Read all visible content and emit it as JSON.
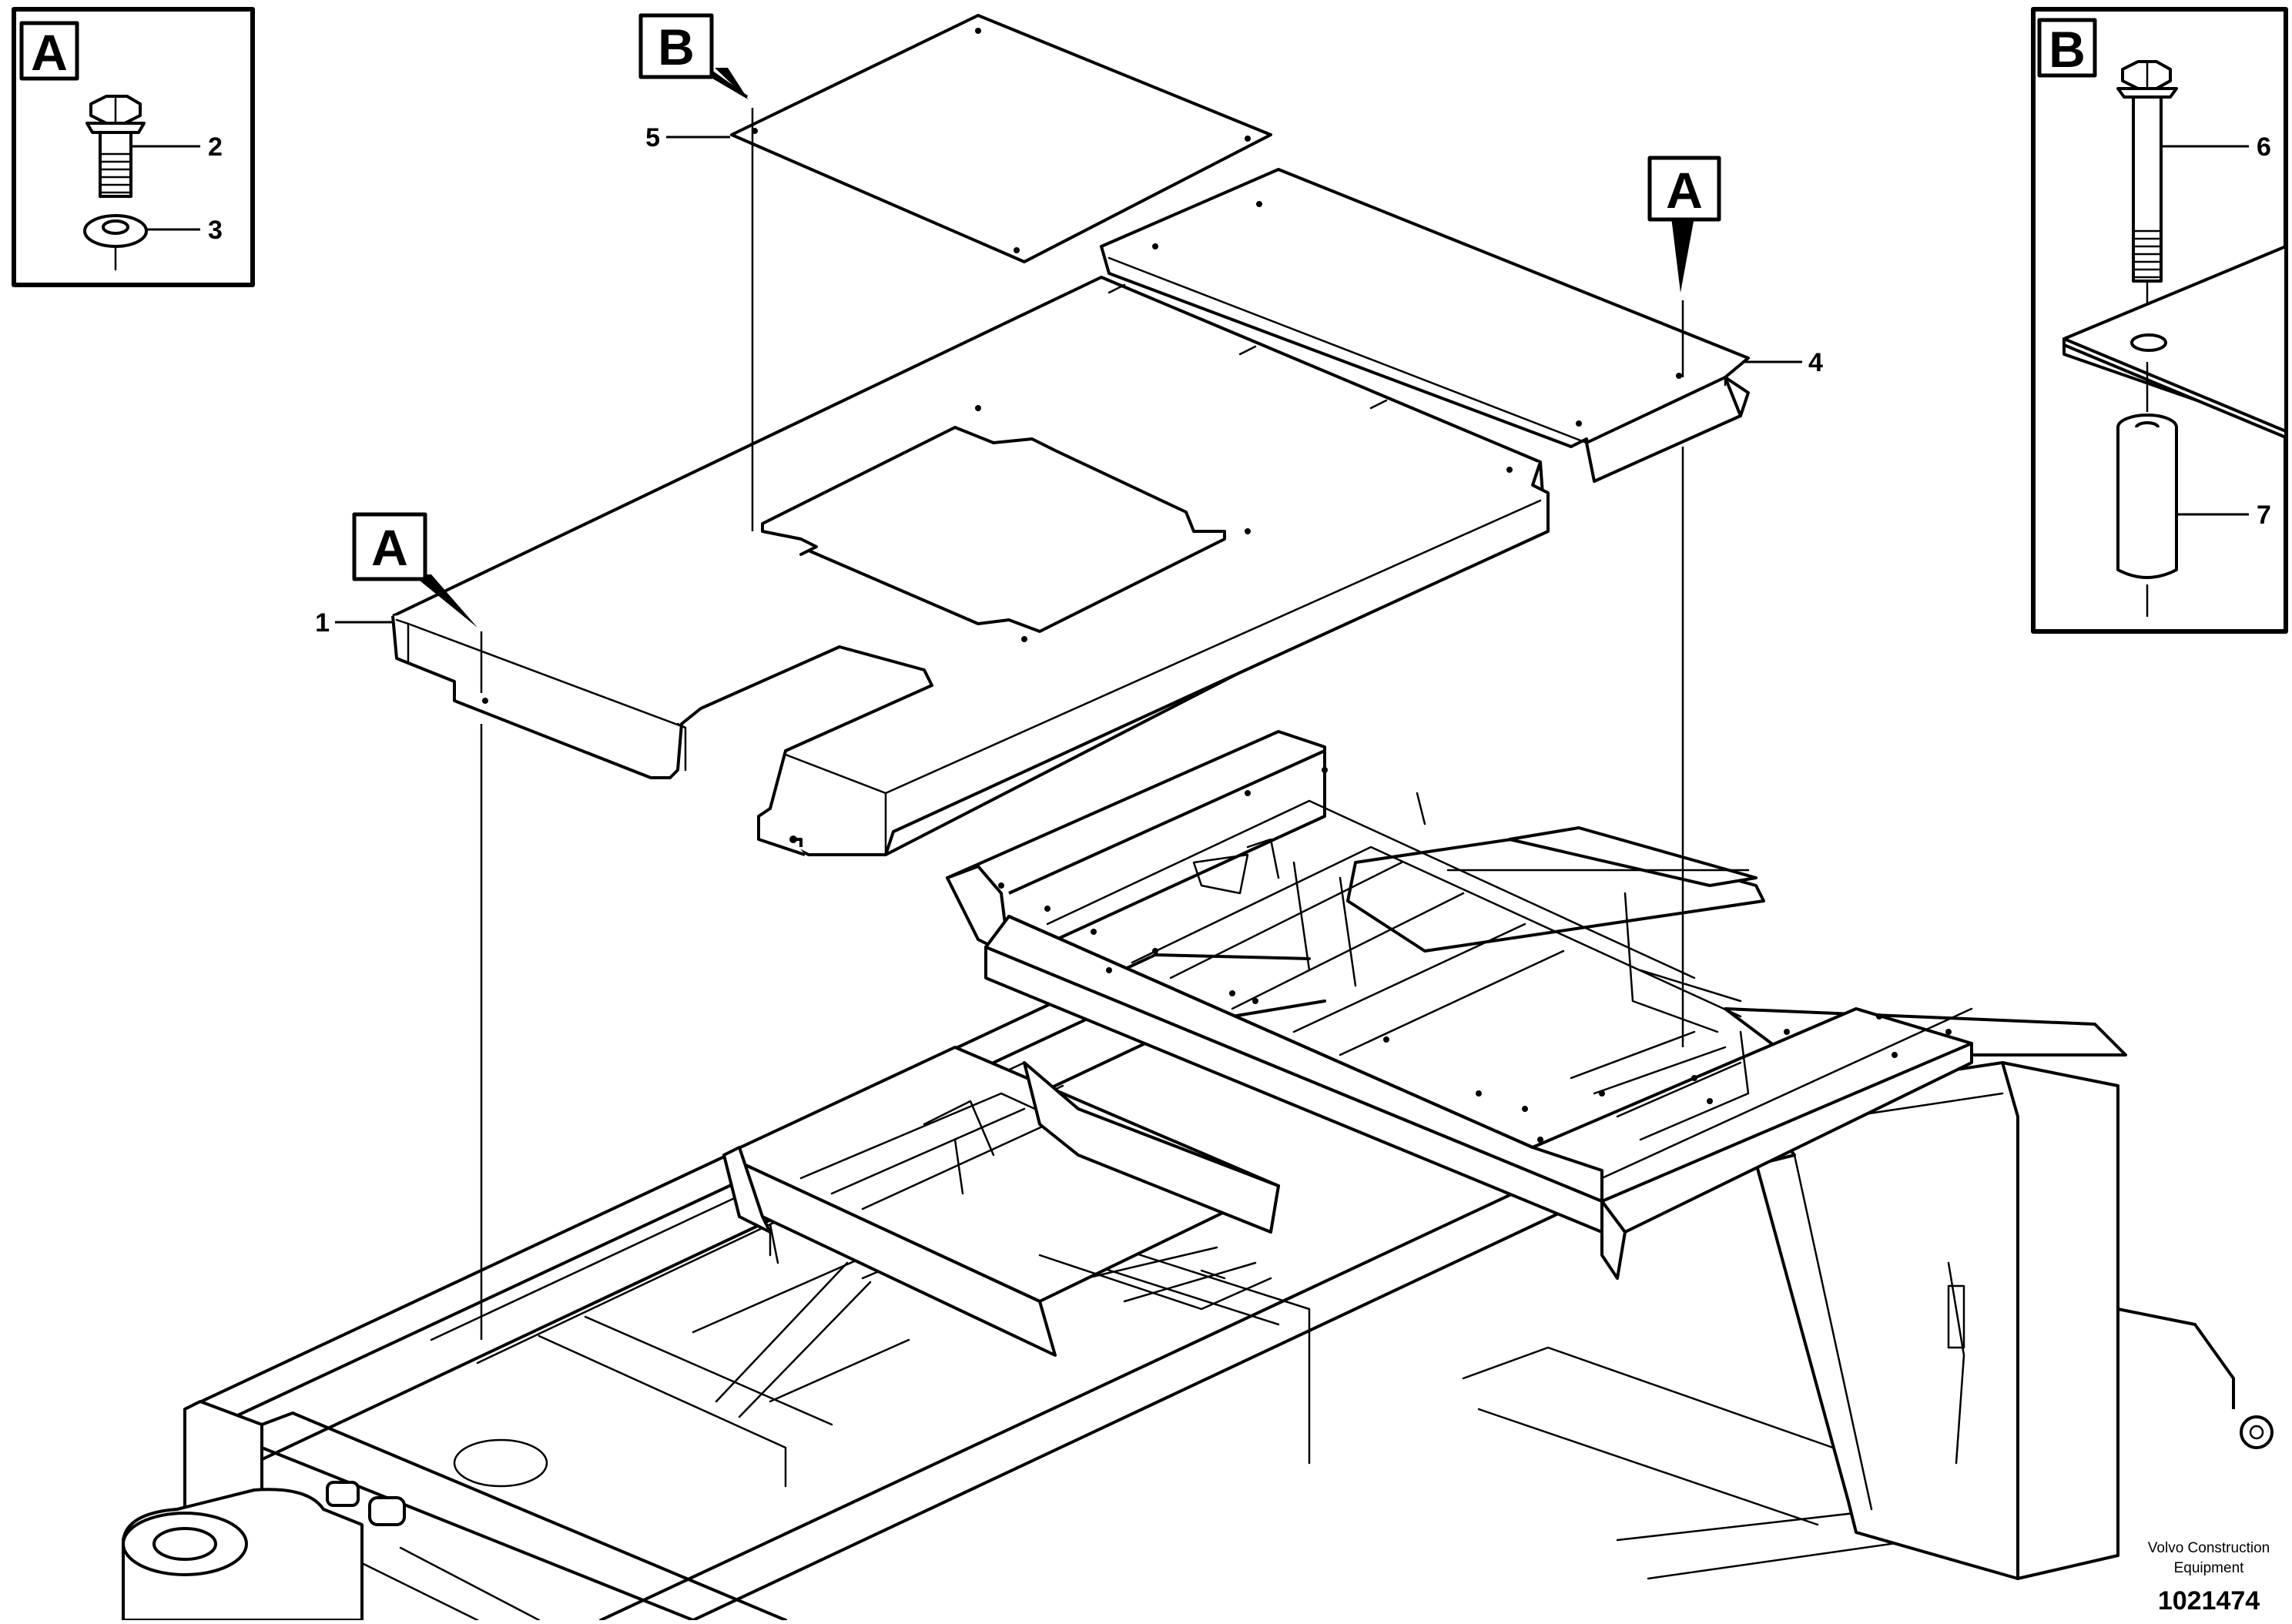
{
  "detail_views": [
    {
      "letter": "A",
      "items": [
        "2",
        "3"
      ]
    },
    {
      "letter": "B",
      "items": [
        "6",
        "7"
      ]
    }
  ],
  "detail_tags": [
    "A",
    "B",
    "A",
    "A"
  ],
  "callouts": [
    "1",
    "2",
    "3",
    "4",
    "5",
    "6",
    "7"
  ],
  "publisher": {
    "line1": "Volvo Construction",
    "line2": "Equipment"
  },
  "document_number": "1021474"
}
